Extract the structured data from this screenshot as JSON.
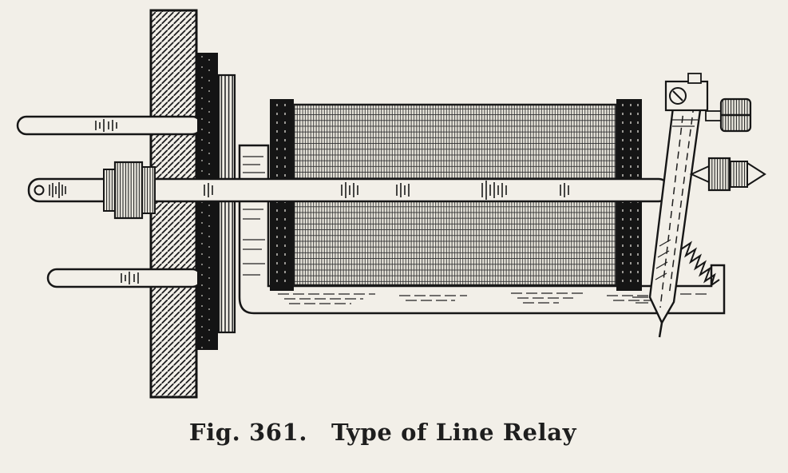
{
  "page": {
    "background_color": "#f2efe8",
    "ink_color": "#1e1e1e"
  },
  "figure": {
    "label": "Fig. 361.",
    "title": "Type of Line Relay"
  },
  "illustration": {
    "type": "engraving",
    "subject": "side view of an electromagnetic line relay",
    "parts": [
      "mounting-plate",
      "upper-terminal-rod",
      "lower-terminal-rod",
      "core-rod",
      "knurled-terminal-nut",
      "spool-flange",
      "coil-winding",
      "frame-heelpiece",
      "armature-lever",
      "adjusting-thumbscrew",
      "contact-screw",
      "retractile-spring"
    ]
  }
}
